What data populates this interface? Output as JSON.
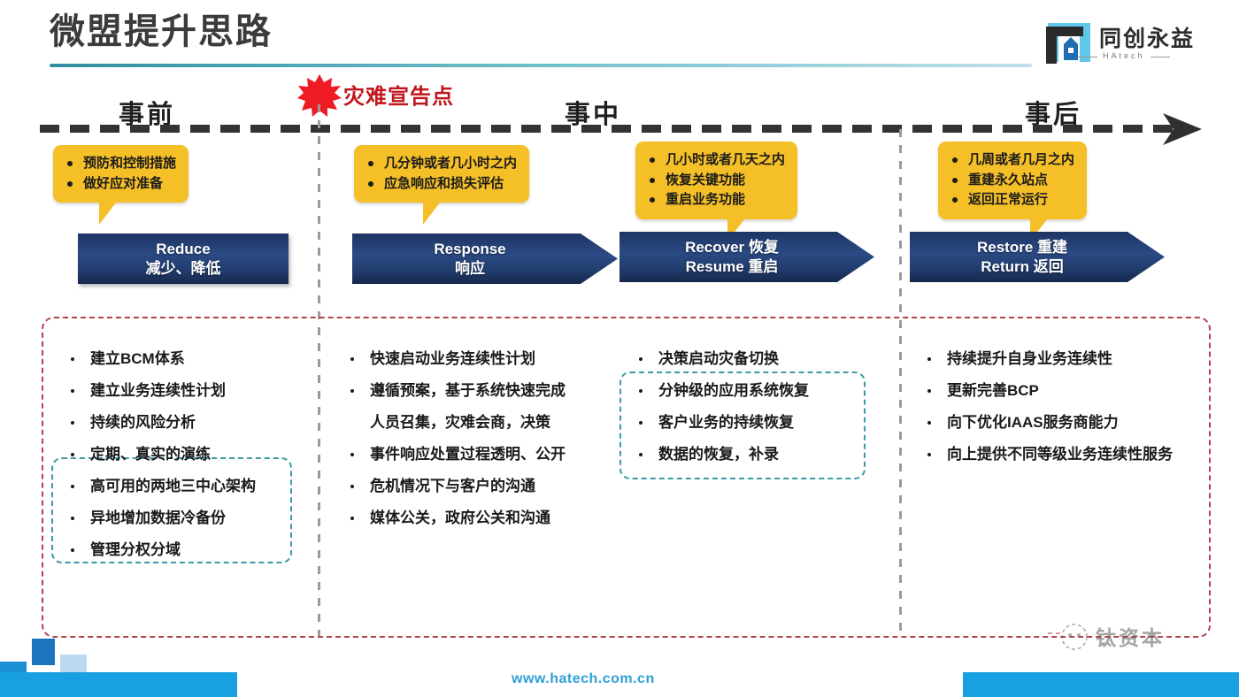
{
  "slide": {
    "title": "微盟提升思路",
    "website": "www.hatech.com.cn",
    "watermark": "钛资本"
  },
  "logo": {
    "name": "同创永益",
    "sub": "HAtech"
  },
  "timeline": {
    "phases": [
      {
        "label": "事前"
      },
      {
        "label": "事中"
      },
      {
        "label": "事后"
      }
    ],
    "declaration_point": "灾难宣告点"
  },
  "callouts": [
    {
      "items": [
        "预防和控制措施",
        "做好应对准备"
      ]
    },
    {
      "items": [
        "几分钟或者几小时之内",
        "应急响应和损失评估"
      ]
    },
    {
      "items": [
        "几小时或者几天之内",
        "恢复关键功能",
        "重启业务功能"
      ]
    },
    {
      "items": [
        "几周或者几月之内",
        "重建永久站点",
        "返回正常运行"
      ]
    }
  ],
  "stages": [
    {
      "line1": "Reduce",
      "line2": "减少、降低"
    },
    {
      "line1": "Response",
      "line2": "响应"
    },
    {
      "line1": "Recover 恢复",
      "line2": "Resume 重启"
    },
    {
      "line1": "Restore 重建",
      "line2": "Return 返回"
    }
  ],
  "columns": [
    {
      "items": [
        "建立BCM体系",
        "建立业务连续性计划",
        "持续的风险分析",
        "定期、真实的演练",
        "高可用的两地三中心架构",
        "异地增加数据冷备份",
        "管理分权分域"
      ]
    },
    {
      "items": [
        "快速启动业务连续性计划",
        "遵循预案，基于系统快速完成",
        "人员召集，灾难会商，决策",
        "事件响应处置过程透明、公开",
        "危机情况下与客户的沟通",
        "媒体公关，政府公关和沟通"
      ]
    },
    {
      "items": [
        "决策启动灾备切换",
        "分钟级的应用系统恢复",
        "客户业务的持续恢复",
        "数据的恢复，补录"
      ]
    },
    {
      "items": [
        "持续提升自身业务连续性",
        "更新完善BCP",
        "向下优化IAAS服务商能力",
        "向上提供不同等级业务连续性服务"
      ]
    }
  ],
  "colors": {
    "accent_teal": "#2e8f9e",
    "callout_yellow": "#f5bf27",
    "chevron_navy": "#22407a",
    "burst_red": "#ee1b24",
    "frame_red": "#b4424b",
    "footer_blue": "#18a0e0"
  }
}
